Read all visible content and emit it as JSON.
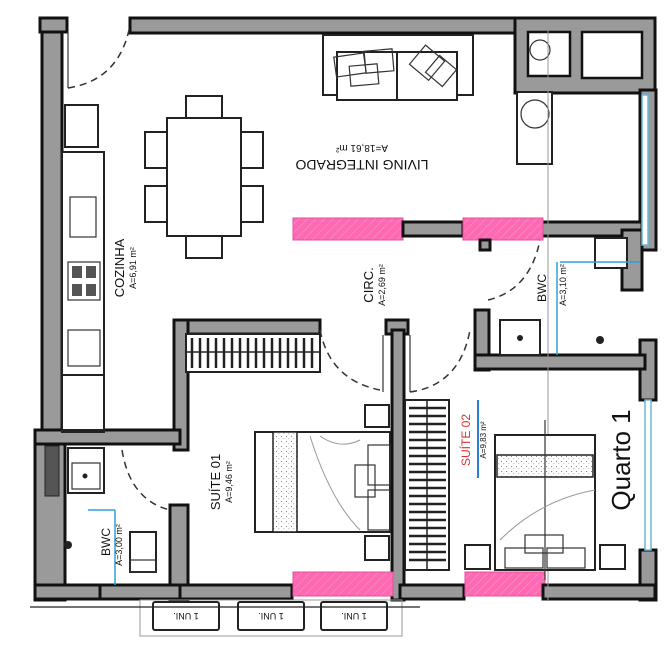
{
  "plan": {
    "rooms": [
      {
        "id": "living",
        "name": "LIVING INTEGRADO",
        "area": "A=18,61 m²"
      },
      {
        "id": "cozinha",
        "name": "COZINHA",
        "area": "A=6,91 m²"
      },
      {
        "id": "circ",
        "name": "CIRC.",
        "area": "A=2,69 m²"
      },
      {
        "id": "bwc-top",
        "name": "BWC",
        "area": "A=3,10 m²"
      },
      {
        "id": "suite01",
        "name": "SUÍTE 01",
        "area": "A=9,46 m²"
      },
      {
        "id": "suite02",
        "name": "SUÍTE 02",
        "area": "A=9,83 m²"
      },
      {
        "id": "bwc-bottom",
        "name": "BWC",
        "area": "A=3,00 m²"
      },
      {
        "id": "quarto1",
        "name": "Quarto 1",
        "area": ""
      }
    ],
    "ac_units": [
      "1 UNI.",
      "1 UNI.",
      "1 UNI."
    ],
    "colors": {
      "wall": "#9a9a9a",
      "highlight": "#ff69b4",
      "window": "#6bb8d8",
      "accent_blue": "#2a7fd4",
      "accent_red": "#e03030"
    }
  }
}
